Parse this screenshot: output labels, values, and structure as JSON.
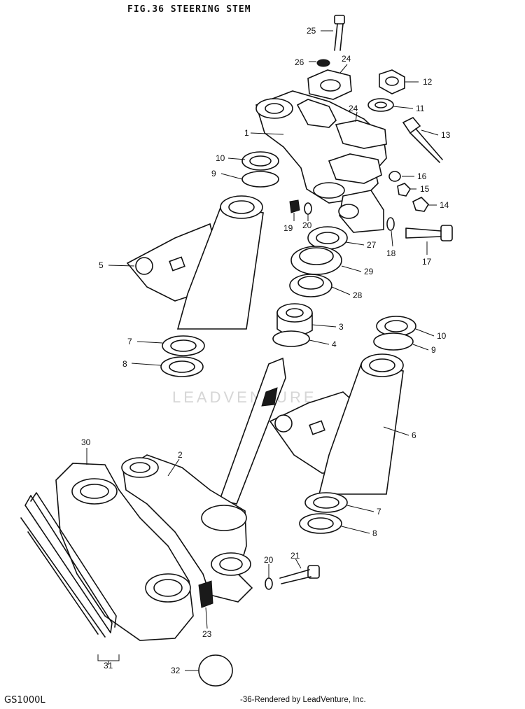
{
  "header": {
    "title": "FIG.36  STEERING STEM"
  },
  "footer": {
    "model": "GS1000L",
    "rendered": "-36-Rendered by LeadVenture, Inc."
  },
  "watermark": {
    "text": "LEADVENTURE"
  },
  "callouts": [
    "25",
    "26",
    "24",
    "12",
    "11",
    "24",
    "1",
    "13",
    "10",
    "9",
    "16",
    "15",
    "14",
    "19",
    "20",
    "18",
    "17",
    "5",
    "27",
    "29",
    "28",
    "3",
    "4",
    "10",
    "9",
    "7",
    "8",
    "6",
    "30",
    "2",
    "7",
    "8",
    "20",
    "21",
    "23",
    "31",
    "32"
  ]
}
